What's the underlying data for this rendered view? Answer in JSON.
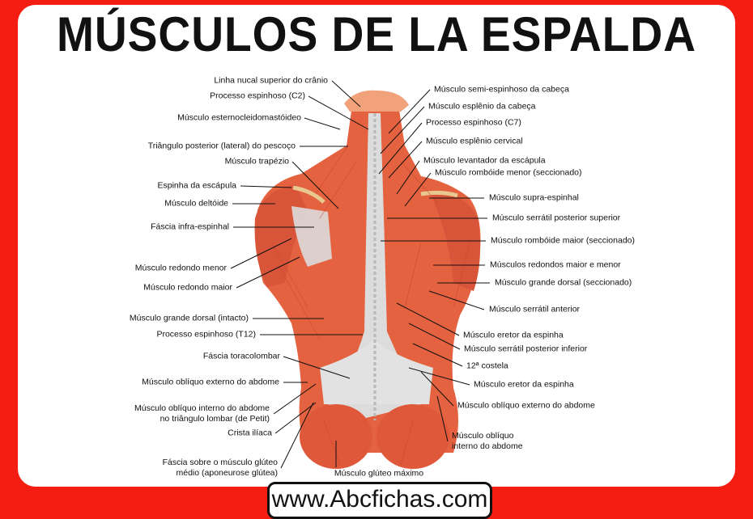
{
  "title": "MÚSCULOS DE LA ESPALDA",
  "website": "www.Abcfichas.com",
  "colors": {
    "background_red": "#f41d12",
    "muscle": "#e4623f",
    "fascia": "#dcdcdc"
  },
  "labels_left": [
    "Linha nucal superior do crânio",
    "Processo espinhoso (C2)",
    "Músculo esternocleidomastóideo",
    "Triângulo posterior (lateral) do pescoço",
    "Músculo trapézio",
    "Espinha da escápula",
    "Músculo deltóide",
    "Fáscia infra-espinhal",
    "Músculo redondo menor",
    "Músculo redondo maior",
    "Músculo grande dorsal (intacto)",
    "Processo espinhoso (T12)",
    "Fáscia toracolombar",
    "Músculo oblíquo externo do abdome",
    "Músculo oblíquo interno do abdome\nno triângulo lombar (de Petit)",
    "Crista ilíaca",
    "Fáscia sobre o músculo glúteo\nmédio (aponeurose glútea)"
  ],
  "label_bottom": "Músculo glúteo máximo",
  "labels_right": [
    "Músculo semi-espinhoso da cabeça",
    "Músculo esplênio da cabeça",
    "Processo espinhoso (C7)",
    "Músculo esplênio cervical",
    "Músculo levantador da escápula",
    "Músculo rombóide menor (seccionado)",
    "Músculo supra-espinhal",
    "Músculo serrátil posterior superior",
    "Músculo rombóide maior (seccionado)",
    "Músculos redondos maior e menor",
    "Músculo grande dorsal (seccionado)",
    "Músculo serrátil anterior",
    "Músculo eretor da espinha",
    "Músculo serrátil posterior inferior",
    "12ª costela",
    "Músculo eretor da espinha",
    "Músculo oblíquo externo do abdome",
    "Músculo oblíquo\ninterno do abdome"
  ]
}
